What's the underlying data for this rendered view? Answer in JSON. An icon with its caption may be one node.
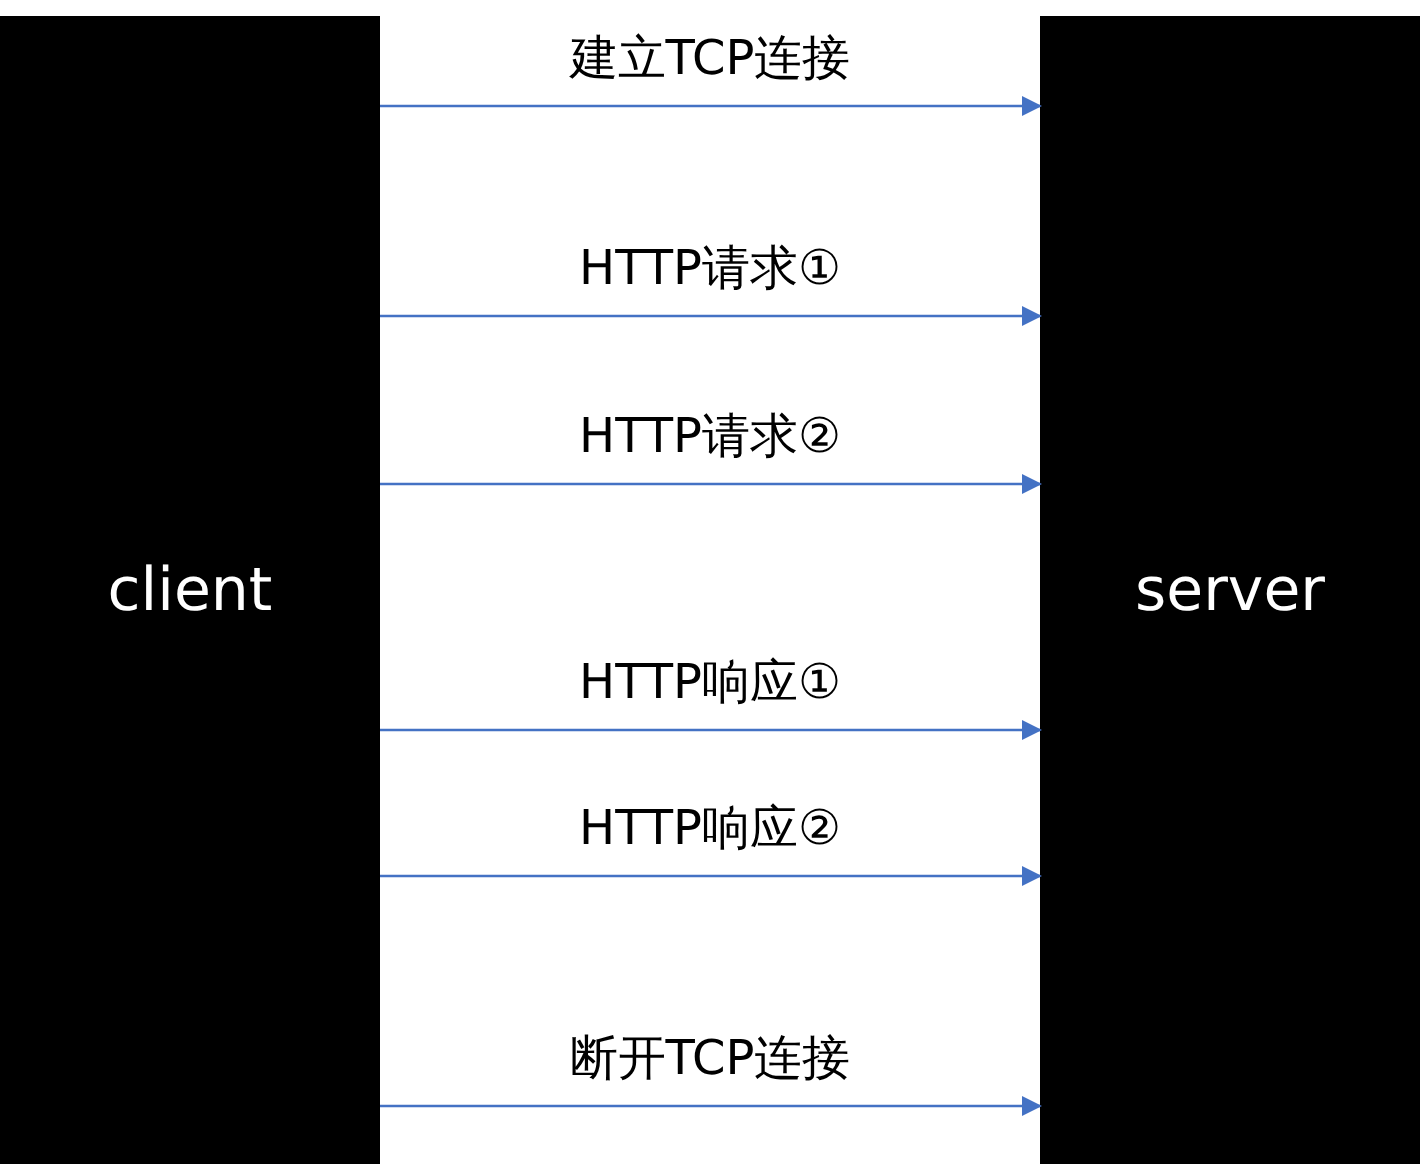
{
  "diagram": {
    "nodes": [
      {
        "text": [
          "client"
        ]
      },
      {
        "text": [
          "server"
        ]
      }
    ],
    "edges": [
      {
        "from": 0,
        "to": 1,
        "arrow": "to",
        "label": "建立TCP连接"
      },
      {
        "from": 0,
        "to": 1,
        "arrow": "to",
        "label": "HTTP请求①"
      },
      {
        "from": 0,
        "to": 1,
        "arrow": "to",
        "label": "HTTP请求②"
      },
      {
        "from": 0,
        "to": 1,
        "arrow": "to",
        "label": "HTTP响应①"
      },
      {
        "from": 0,
        "to": 1,
        "arrow": "to",
        "label": "HTTP响应②"
      },
      {
        "from": 0,
        "to": 1,
        "arrow": "to",
        "label": "断开TCP连接"
      }
    ]
  }
}
